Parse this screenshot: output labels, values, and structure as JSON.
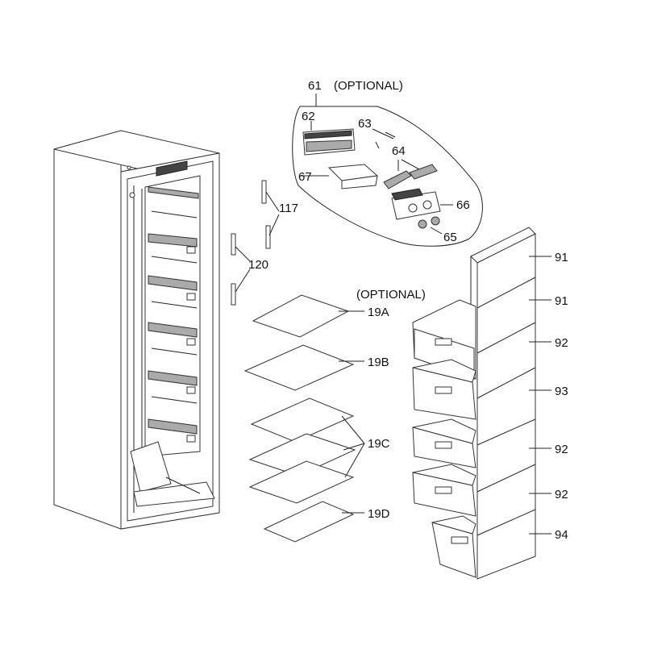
{
  "labels": {
    "p61": "61",
    "optional_top": "(OPTIONAL)",
    "p62": "62",
    "p63": "63",
    "p64": "64",
    "p66": "66",
    "p65": "65",
    "p67": "67",
    "p117": "117",
    "p120": "120",
    "optional_mid": "(OPTIONAL)",
    "p19a": "19A",
    "p19b": "19B",
    "p19c": "19C",
    "p19d": "19D",
    "p91a": "91",
    "p91b": "91",
    "p92a": "92",
    "p93": "93",
    "p92b": "92",
    "p92c": "92",
    "p94": "94"
  },
  "colors": {
    "line": "#222222",
    "text": "#111111",
    "fill": "#ffffff"
  }
}
